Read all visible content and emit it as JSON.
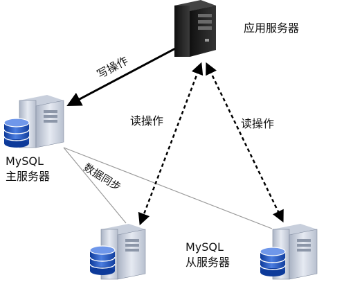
{
  "app_server": {
    "label": "应用服务器",
    "icon": "server-tower-icon"
  },
  "master": {
    "label_line1": "MySQL",
    "label_line2": "主服务器",
    "icon": "server-database-icon"
  },
  "slave": {
    "label_line1": "MySQL",
    "label_line2": "从服务器",
    "icon": "server-database-icon"
  },
  "edges": {
    "write": "写操作",
    "read_left": "读操作",
    "read_right": "读操作",
    "sync": "数据同步"
  },
  "colors": {
    "server_dark": "#1a1a1a",
    "server_light": "#d4dae6",
    "database_blue": "#1f4fb8",
    "line": "#000000",
    "sync_line": "#9a9a9a"
  }
}
